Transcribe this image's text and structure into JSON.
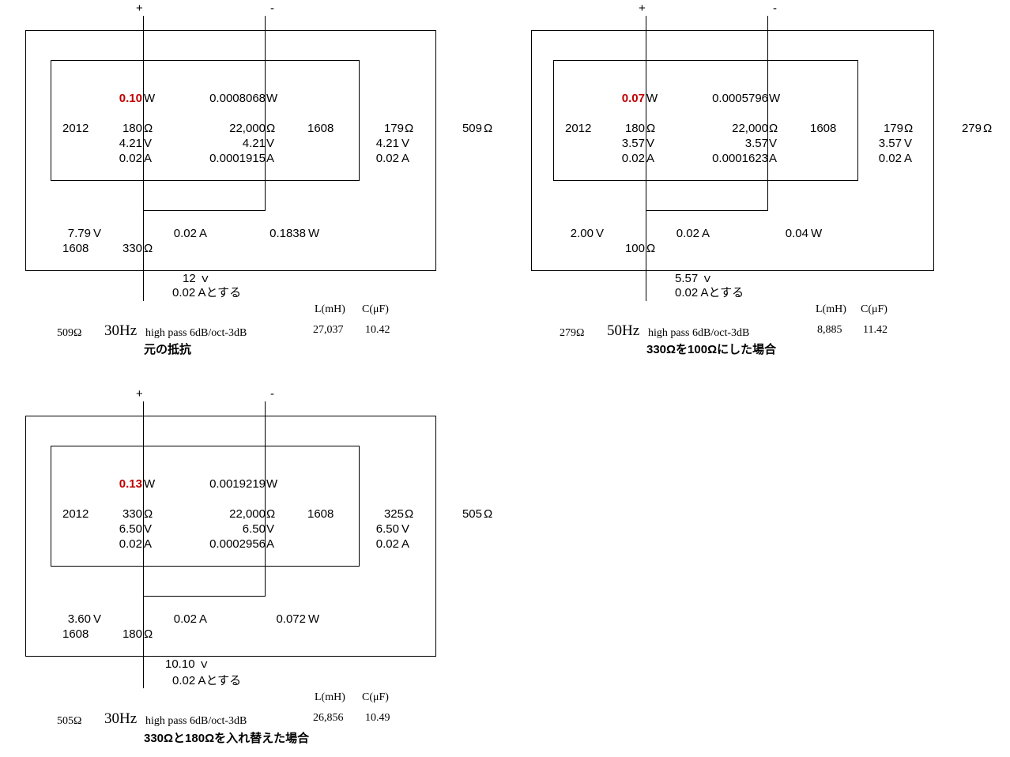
{
  "panels": [
    {
      "plus": "+",
      "minus": "-",
      "power_main": "0.10",
      "unit_W1": "W",
      "power_small": "0.0008068",
      "unit_W2": "W",
      "chip_left": "2012",
      "res1": "180",
      "unit_ohm1": "Ω",
      "res2": "22,000",
      "unit_ohm2": "Ω",
      "chip_right": "1608",
      "par_res": "179",
      "par_res_unit": "Ω",
      "total_res": "509",
      "total_res_unit": "Ω",
      "volt1": "4.21",
      "unit_V1": "V",
      "volt2": "4.21",
      "unit_V2": "V",
      "par_volt": "4.21",
      "par_volt_unit": "V",
      "cur1": "0.02",
      "unit_A1": "A",
      "cur2": "0.0001915",
      "unit_A2": "A",
      "par_cur": "0.02",
      "par_cur_unit": "A",
      "series_volt": "7.79",
      "series_volt_unit": "V",
      "series_cur": "0.02",
      "series_cur_unit": "A",
      "series_power": "0.1838",
      "series_power_unit": "W",
      "series_chip": "1608",
      "series_res": "330",
      "series_res_unit": "Ω",
      "supply_v": "12 ｖ",
      "supply_i": "0.02 Aとする",
      "L_label": "L(mH)",
      "C_label": "C(μF)",
      "L_val": "27,037",
      "C_val": "10.42",
      "z_label": "509Ω",
      "freq": "30Hz",
      "filter": "high pass 6dB/oct-3dB",
      "caption": "元の抵抗"
    },
    {
      "plus": "+",
      "minus": "-",
      "power_main": "0.07",
      "unit_W1": "W",
      "power_small": "0.0005796",
      "unit_W2": "W",
      "chip_left": "2012",
      "res1": "180",
      "unit_ohm1": "Ω",
      "res2": "22,000",
      "unit_ohm2": "Ω",
      "chip_right": "1608",
      "par_res": "179",
      "par_res_unit": "Ω",
      "total_res": "279",
      "total_res_unit": "Ω",
      "volt1": "3.57",
      "unit_V1": "V",
      "volt2": "3.57",
      "unit_V2": "V",
      "par_volt": "3.57",
      "par_volt_unit": "V",
      "cur1": "0.02",
      "unit_A1": "A",
      "cur2": "0.0001623",
      "unit_A2": "A",
      "par_cur": "0.02",
      "par_cur_unit": "A",
      "series_volt": "2.00",
      "series_volt_unit": "V",
      "series_cur": "0.02",
      "series_cur_unit": "A",
      "series_power": "0.04",
      "series_power_unit": "W",
      "series_chip": "",
      "series_res": "100",
      "series_res_unit": "Ω",
      "supply_v": "5.57 ｖ",
      "supply_i": "0.02 Aとする",
      "L_label": "L(mH)",
      "C_label": "C(μF)",
      "L_val": "8,885",
      "C_val": "11.42",
      "z_label": "279Ω",
      "freq": "50Hz",
      "filter": "high pass 6dB/oct-3dB",
      "caption": "330Ωを100Ωにした場合"
    },
    {
      "plus": "+",
      "minus": "-",
      "power_main": "0.13",
      "unit_W1": "W",
      "power_small": "0.0019219",
      "unit_W2": "W",
      "chip_left": "2012",
      "res1": "330",
      "unit_ohm1": "Ω",
      "res2": "22,000",
      "unit_ohm2": "Ω",
      "chip_right": "1608",
      "par_res": "325",
      "par_res_unit": "Ω",
      "total_res": "505",
      "total_res_unit": "Ω",
      "volt1": "6.50",
      "unit_V1": "V",
      "volt2": "6.50",
      "unit_V2": "V",
      "par_volt": "6.50",
      "par_volt_unit": "V",
      "cur1": "0.02",
      "unit_A1": "A",
      "cur2": "0.0002956",
      "unit_A2": "A",
      "par_cur": "0.02",
      "par_cur_unit": "A",
      "series_volt": "3.60",
      "series_volt_unit": "V",
      "series_cur": "0.02",
      "series_cur_unit": "A",
      "series_power": "0.072",
      "series_power_unit": "W",
      "series_chip": "1608",
      "series_res": "180",
      "series_res_unit": "Ω",
      "supply_v": "10.10 ｖ",
      "supply_i": "0.02 Aとする",
      "L_label": "L(mH)",
      "C_label": "C(μF)",
      "L_val": "26,856",
      "C_val": "10.49",
      "z_label": "505Ω",
      "freq": "30Hz",
      "filter": "high pass 6dB/oct-3dB",
      "caption": "330Ωと180Ωを入れ替えた場合"
    }
  ]
}
